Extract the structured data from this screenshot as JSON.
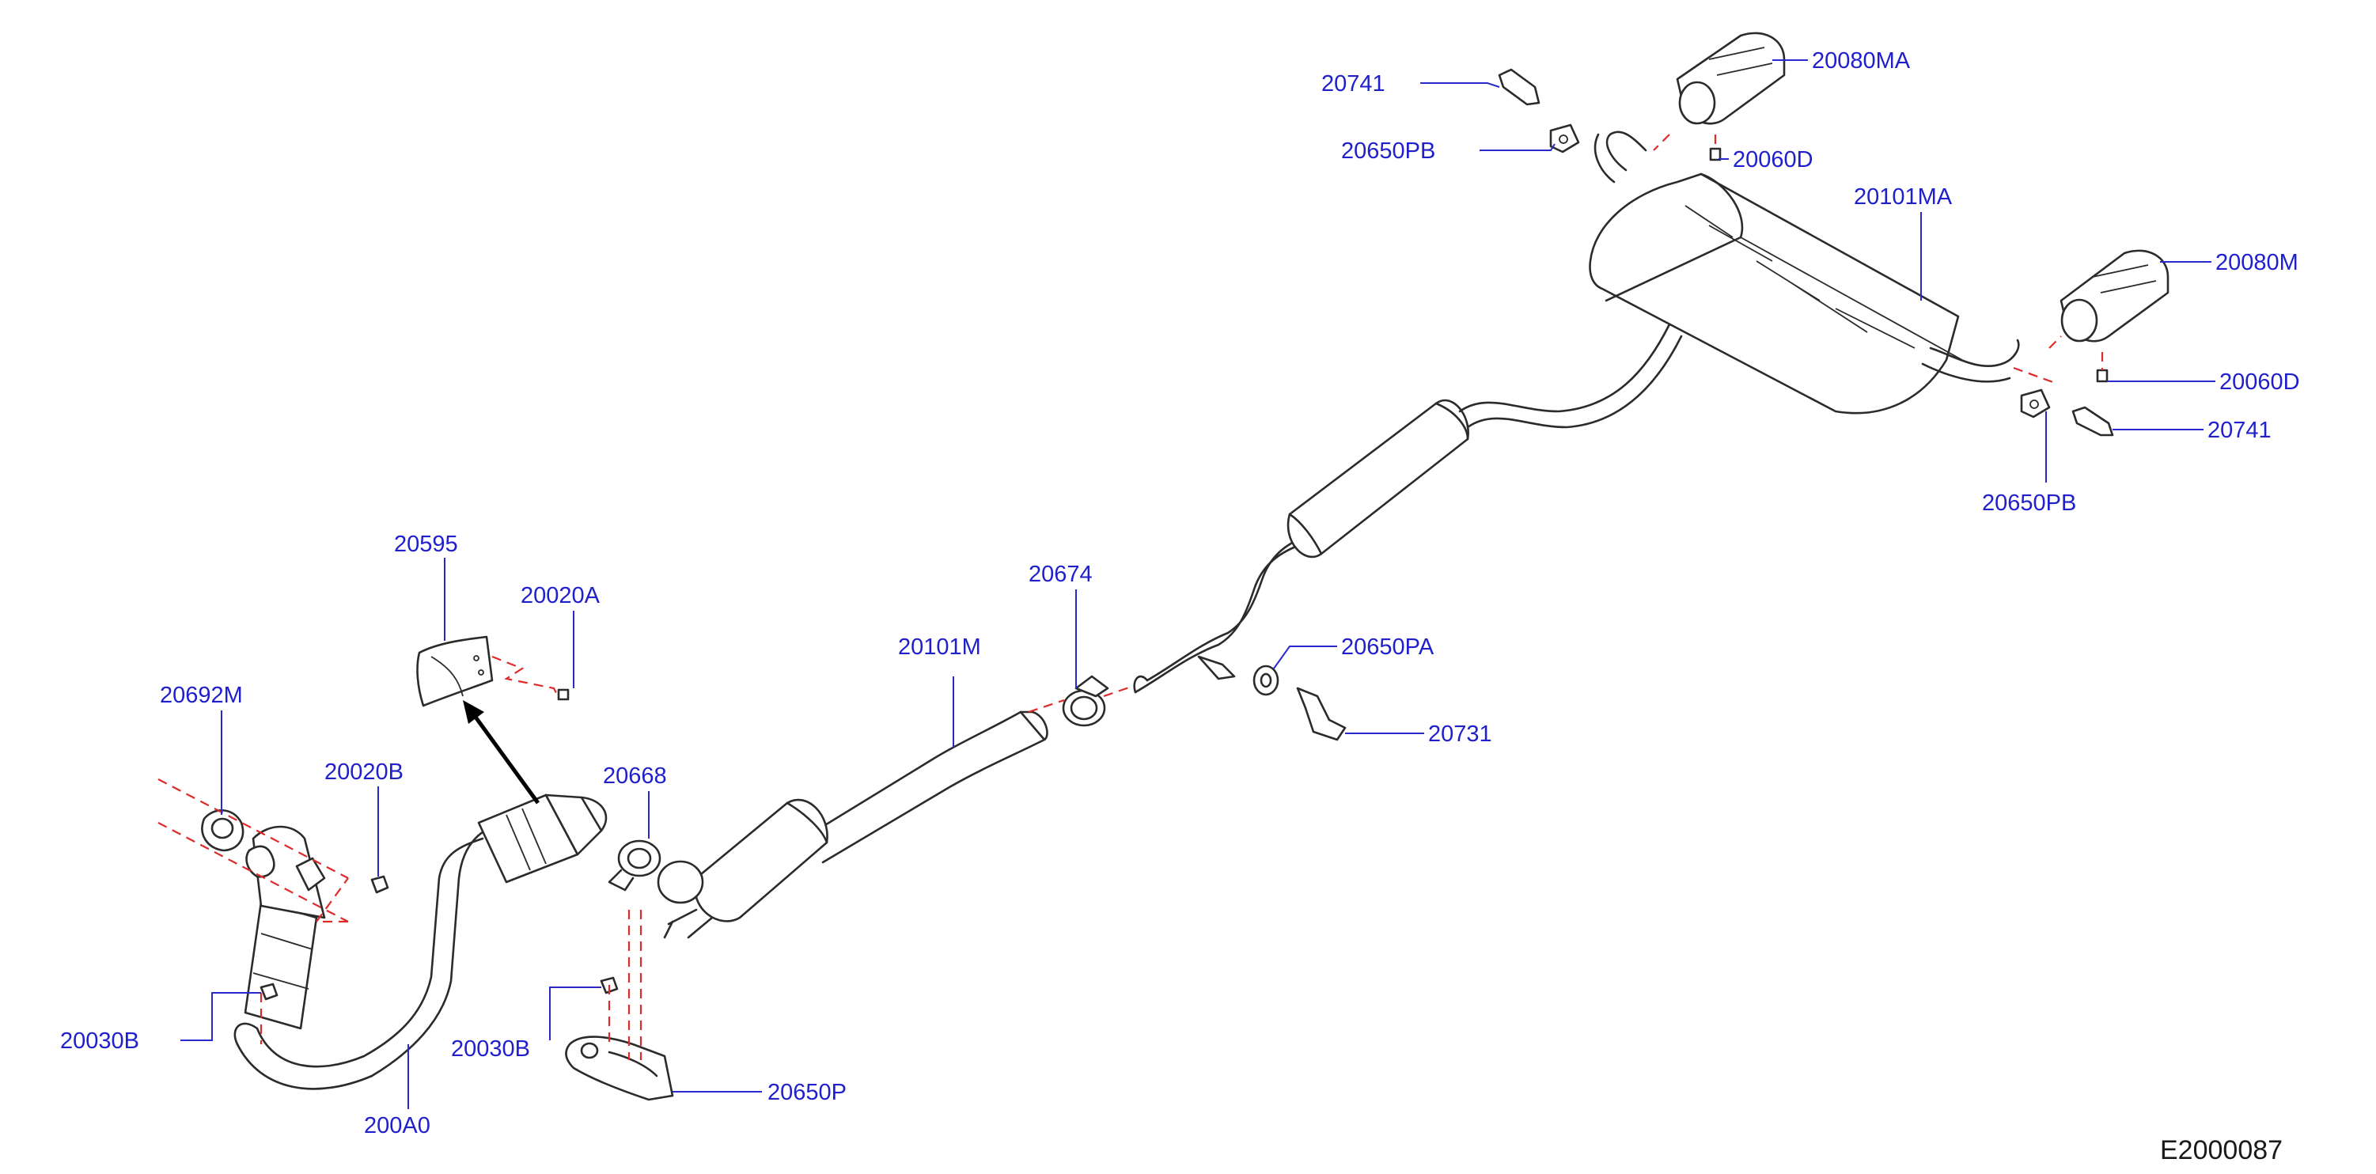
{
  "colors": {
    "callout_text": "#1f1fcc",
    "leader_line": "#2a2acc",
    "assembly_dash": "#e02a2a",
    "part_stroke": "#2b2b2b",
    "background": "#ffffff"
  },
  "diagram_id": "E2000087",
  "callouts": [
    "20741",
    "20080MA",
    "20650PB",
    "20060D",
    "20101MA",
    "20080M",
    "20060D",
    "20741",
    "20650PB",
    "20674",
    "20650PA",
    "20731",
    "20101M",
    "20595",
    "20020A",
    "20692M",
    "20020B",
    "20668",
    "20030B",
    "20030B",
    "20650P",
    "200A0"
  ]
}
